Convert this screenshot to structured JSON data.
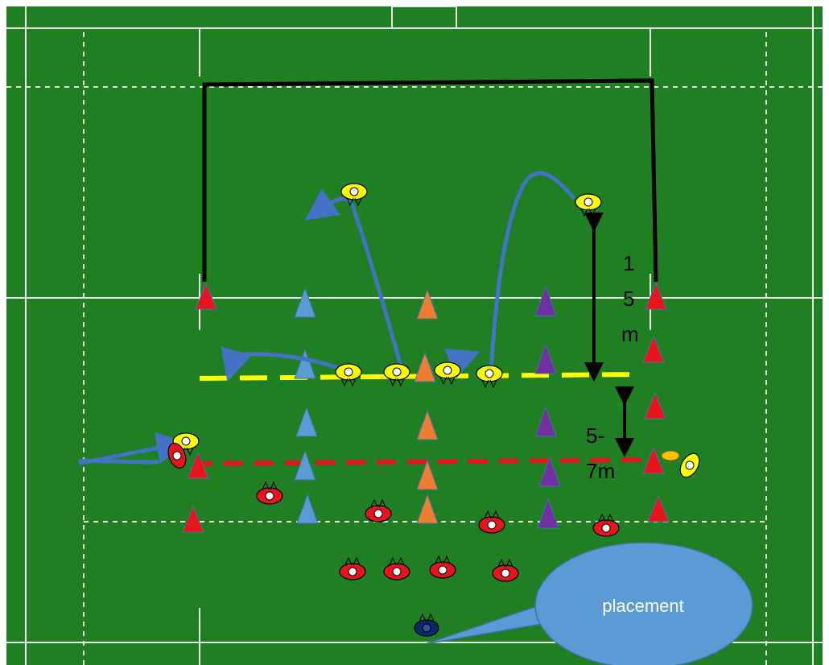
{
  "colors": {
    "pitch": "#1f7f22",
    "pitch_line": "#e6efe6",
    "frame": "#000000",
    "attacker": "#ffff00",
    "defender": "#e8141b",
    "scrum_half": "#0b2a6b",
    "cone_red": "#e8141b",
    "cone_blue": "#5a9bd5",
    "cone_orange": "#ed7d31",
    "cone_purple": "#7030a0",
    "line_yellow": "#ffff00",
    "line_red": "#e8141b",
    "run_arrow": "#4472c4",
    "callout": "#5b9bd5"
  },
  "labels": {
    "distance_back": [
      "1",
      "5",
      "m"
    ],
    "distance_front": [
      "5-",
      "7m"
    ],
    "callout": "placement"
  },
  "icons": {
    "player": "player-top-view-icon",
    "cone": "cone-icon",
    "arrow": "run-arrow-icon",
    "measure": "double-arrow-icon"
  }
}
